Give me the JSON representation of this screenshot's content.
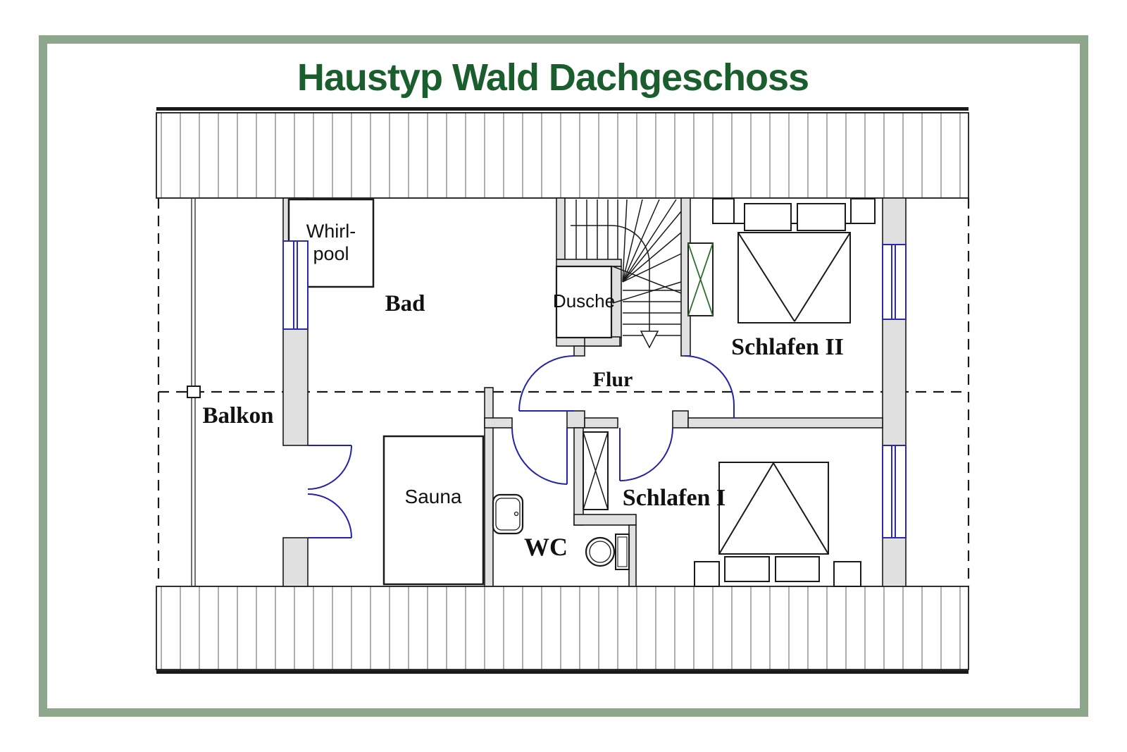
{
  "title": "Haustyp Wald Dachgeschoss",
  "rooms": {
    "balkon": "Balkon",
    "bad": "Bad",
    "flur": "Flur",
    "schlafen2": "Schlafen II",
    "schlafen1": "Schlafen I",
    "wc": "WC"
  },
  "fixtures": {
    "whirlpool_line1": "Whirl-",
    "whirlpool_line2": "pool",
    "dusche": "Dusche",
    "sauna": "Sauna"
  },
  "colors": {
    "frame_green": "#8CA78C",
    "title_green": "#1B5E2E",
    "wall_fill": "#E0E0E0",
    "line_black": "#1A1A1A",
    "door_blue": "#2323A8",
    "window_blue": "#2A2AB0",
    "wardrobe_green": "#2D6E2D",
    "hatch_gray": "#9A9A9A"
  }
}
